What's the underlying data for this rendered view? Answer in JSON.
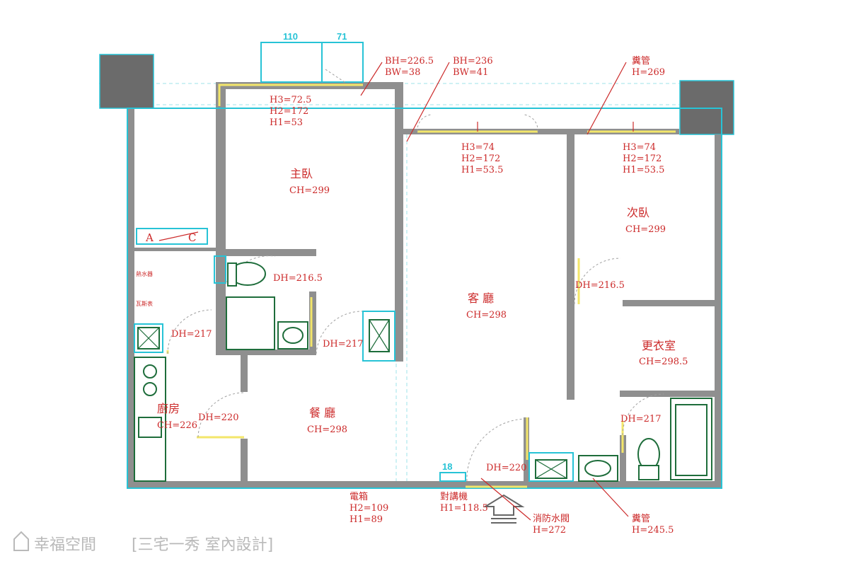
{
  "rooms": {
    "master": {
      "name": "主臥",
      "ch": "CH=299"
    },
    "second": {
      "name": "次臥",
      "ch": "CH=299"
    },
    "living": {
      "name": "客 廳",
      "ch": "CH=298"
    },
    "dining": {
      "name": "餐 廳",
      "ch": "CH=298"
    },
    "kitchen": {
      "name": "廚房",
      "ch": "CH=226"
    },
    "closet": {
      "name": "更衣室",
      "ch": "CH=298.5"
    }
  },
  "dims": {
    "top110": "110",
    "top71": "71",
    "w18": "18",
    "ac_a": "A",
    "ac_c": "C"
  },
  "notes": {
    "bh1": [
      "BH=226.5",
      "BW=38"
    ],
    "bh2": [
      "BH=236",
      "BW=41"
    ],
    "pipe_top": [
      "糞管",
      "H=269"
    ],
    "win1": [
      "H3=72.5",
      "H2=172",
      "H1=53"
    ],
    "win2": [
      "H3=74",
      "H2=172",
      "H1=53.5"
    ],
    "win3": [
      "H3=74",
      "H2=172",
      "H1=53.5"
    ],
    "elec": [
      "電箱",
      "H2=109",
      "H1=89"
    ],
    "intercom": [
      "對講機",
      "H1=118.5"
    ],
    "fire": [
      "消防水閥",
      "H=272"
    ],
    "pipe_bottom": [
      "糞管",
      "H=245.5"
    ]
  },
  "doors": {
    "dh_master_bath": "DH=216.5",
    "dh_utility": "DH=217",
    "dh_master_door": "DH=217",
    "dh_second": "DH=216.5",
    "dh_kitchen": "DH=220",
    "dh_entry": "DH=220",
    "dh_bath2": "DH=217"
  },
  "utility": {
    "water_heater": "熱水器",
    "gas_meter": "瓦斯表"
  },
  "watermark": {
    "brand": "幸福空間",
    "designer": "[三宅一秀 室內設計]"
  },
  "colors": {
    "wall": "#8f8f8f",
    "outline": "#27c3d6",
    "window": "#f3e66a",
    "label": "#cc2a2a",
    "fixture": "#1e6d3b"
  }
}
